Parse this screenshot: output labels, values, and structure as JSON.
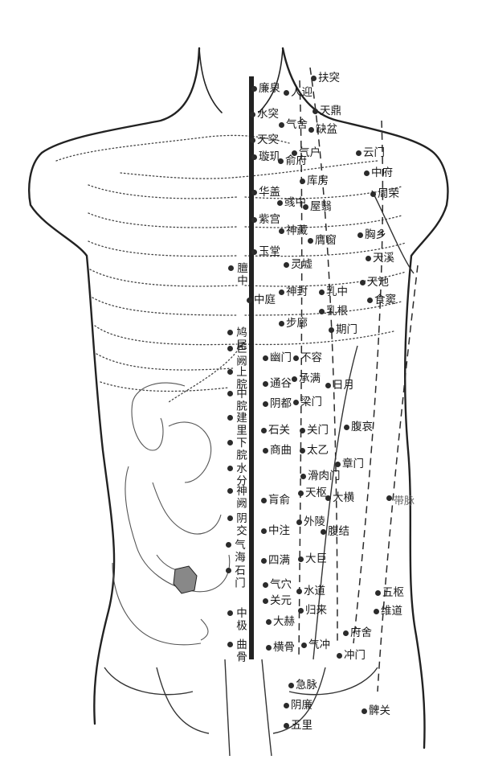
{
  "points": [
    {
      "id": "lianquan",
      "text": "廉泉"
    },
    {
      "id": "renying",
      "text": "人迎"
    },
    {
      "id": "futu",
      "text": "扶突"
    },
    {
      "id": "shuitu",
      "text": "水突"
    },
    {
      "id": "tianding",
      "text": "天鼎"
    },
    {
      "id": "qishe",
      "text": "气舍"
    },
    {
      "id": "quepen",
      "text": "缺盆"
    },
    {
      "id": "tiantu",
      "text": "天突"
    },
    {
      "id": "yunmen",
      "text": "云门"
    },
    {
      "id": "qihu",
      "text": "气户"
    },
    {
      "id": "xuanji",
      "text": "璇玑"
    },
    {
      "id": "shufu",
      "text": "俞府"
    },
    {
      "id": "zhongfu",
      "text": "中府"
    },
    {
      "id": "kufang",
      "text": "库房"
    },
    {
      "id": "huagai",
      "text": "华盖"
    },
    {
      "id": "yuzhong",
      "text": "彧中"
    },
    {
      "id": "wuyi",
      "text": "屋翳"
    },
    {
      "id": "zhourong",
      "text": "周荣"
    },
    {
      "id": "zigong",
      "text": "紫宫"
    },
    {
      "id": "shencang",
      "text": "神藏"
    },
    {
      "id": "yingchuang",
      "text": "膺窗"
    },
    {
      "id": "xiongxiang",
      "text": "胸乡"
    },
    {
      "id": "yutang",
      "text": "玉堂"
    },
    {
      "id": "tianxi",
      "text": "天溪"
    },
    {
      "id": "lingxu",
      "text": "灵墟"
    },
    {
      "id": "tanzhong",
      "text": "膻中"
    },
    {
      "id": "tianchi",
      "text": "天池"
    },
    {
      "id": "shenfeng",
      "text": "神封"
    },
    {
      "id": "ruzhong",
      "text": "乳中"
    },
    {
      "id": "shidou",
      "text": "食窦"
    },
    {
      "id": "zhongting",
      "text": "中庭"
    },
    {
      "id": "rugen",
      "text": "乳根"
    },
    {
      "id": "bulang",
      "text": "步廊"
    },
    {
      "id": "qimen",
      "text": "期门"
    },
    {
      "id": "jiuwei",
      "text": "鸠尾"
    },
    {
      "id": "juque",
      "text": "巨阙"
    },
    {
      "id": "youmen",
      "text": "幽门"
    },
    {
      "id": "burong",
      "text": "不容"
    },
    {
      "id": "shangwan",
      "text": "上脘"
    },
    {
      "id": "tonggu",
      "text": "通谷"
    },
    {
      "id": "chengman",
      "text": "承满"
    },
    {
      "id": "riyue",
      "text": "日月"
    },
    {
      "id": "zhongwan",
      "text": "中脘"
    },
    {
      "id": "yindu",
      "text": "阴都"
    },
    {
      "id": "liangmen",
      "text": "梁门"
    },
    {
      "id": "jianli",
      "text": "建里"
    },
    {
      "id": "shiguan",
      "text": "石关"
    },
    {
      "id": "guanmen",
      "text": "关门"
    },
    {
      "id": "fuai",
      "text": "腹哀"
    },
    {
      "id": "xiawan",
      "text": "下脘"
    },
    {
      "id": "shangqu",
      "text": "商曲"
    },
    {
      "id": "taiyi",
      "text": "太乙"
    },
    {
      "id": "zhangmen",
      "text": "章门"
    },
    {
      "id": "shuifen",
      "text": "水分"
    },
    {
      "id": "huaroumen",
      "text": "滑肉门"
    },
    {
      "id": "shenque",
      "text": "神阙"
    },
    {
      "id": "huangshu",
      "text": "肓俞"
    },
    {
      "id": "tianshu",
      "text": "天枢"
    },
    {
      "id": "daheng",
      "text": "大横"
    },
    {
      "id": "daimai",
      "text": "带脉"
    },
    {
      "id": "yinjiao",
      "text": "阴交"
    },
    {
      "id": "zhongzhu",
      "text": "中注"
    },
    {
      "id": "wailing",
      "text": "外陵"
    },
    {
      "id": "fujie",
      "text": "腹结"
    },
    {
      "id": "qihai",
      "text": "气海"
    },
    {
      "id": "siman",
      "text": "四满"
    },
    {
      "id": "daju",
      "text": "大巨"
    },
    {
      "id": "shimen",
      "text": "石门"
    },
    {
      "id": "qixue",
      "text": "气穴"
    },
    {
      "id": "guanyuan",
      "text": "关元"
    },
    {
      "id": "shuidao",
      "text": "水道"
    },
    {
      "id": "wushu",
      "text": "五枢"
    },
    {
      "id": "weidao",
      "text": "维道"
    },
    {
      "id": "zhongji",
      "text": "中极"
    },
    {
      "id": "dahe",
      "text": "大赫"
    },
    {
      "id": "guilai",
      "text": "归来"
    },
    {
      "id": "fushe",
      "text": "府舍"
    },
    {
      "id": "qugu",
      "text": "曲骨"
    },
    {
      "id": "henggu",
      "text": "横骨"
    },
    {
      "id": "qichong",
      "text": "气冲"
    },
    {
      "id": "chongmen",
      "text": "冲门"
    },
    {
      "id": "jimai",
      "text": "急脉"
    },
    {
      "id": "yinlian",
      "text": "阴廉"
    },
    {
      "id": "wuli",
      "text": "五里"
    },
    {
      "id": "biguan",
      "text": "髀关"
    }
  ]
}
